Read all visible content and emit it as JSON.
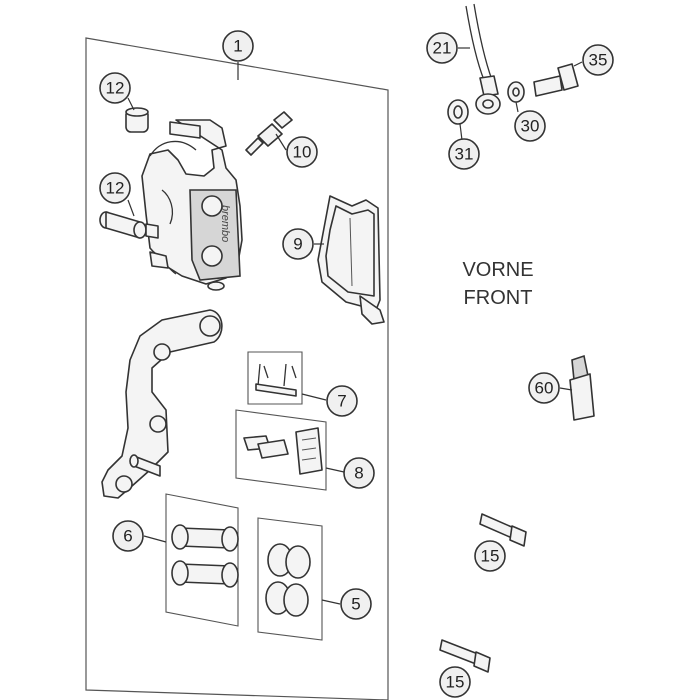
{
  "labels": {
    "front_de": "VORNE",
    "front_en": "FRONT",
    "brand": "brembo"
  },
  "callouts": [
    {
      "id": "1",
      "name": "callout-1"
    },
    {
      "id": "12",
      "name": "callout-12-top"
    },
    {
      "id": "10",
      "name": "callout-10"
    },
    {
      "id": "12",
      "name": "callout-12-bottom"
    },
    {
      "id": "9",
      "name": "callout-9"
    },
    {
      "id": "7",
      "name": "callout-7"
    },
    {
      "id": "8",
      "name": "callout-8"
    },
    {
      "id": "6",
      "name": "callout-6"
    },
    {
      "id": "5",
      "name": "callout-5"
    },
    {
      "id": "21",
      "name": "callout-21"
    },
    {
      "id": "35",
      "name": "callout-35"
    },
    {
      "id": "30",
      "name": "callout-30"
    },
    {
      "id": "31",
      "name": "callout-31"
    },
    {
      "id": "60",
      "name": "callout-60"
    },
    {
      "id": "15",
      "name": "callout-15-top"
    },
    {
      "id": "15",
      "name": "callout-15-bottom"
    }
  ]
}
